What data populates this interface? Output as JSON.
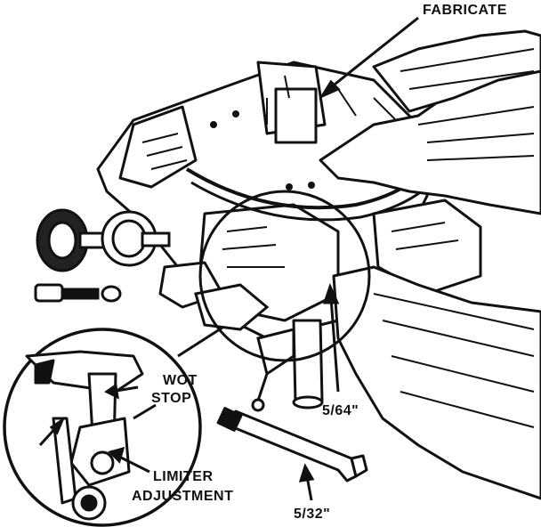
{
  "labels": {
    "fabricate": "FABRICATE",
    "wot_stop_line1": "WOT",
    "wot_stop_line2": "STOP",
    "limiter_line1": "LIMITER",
    "limiter_line2": "ADJUSTMENT",
    "gauge_small": "5/64\"",
    "gauge_rod": "5/32\""
  },
  "colors": {
    "ink": "#111111",
    "paper": "#ffffff"
  }
}
